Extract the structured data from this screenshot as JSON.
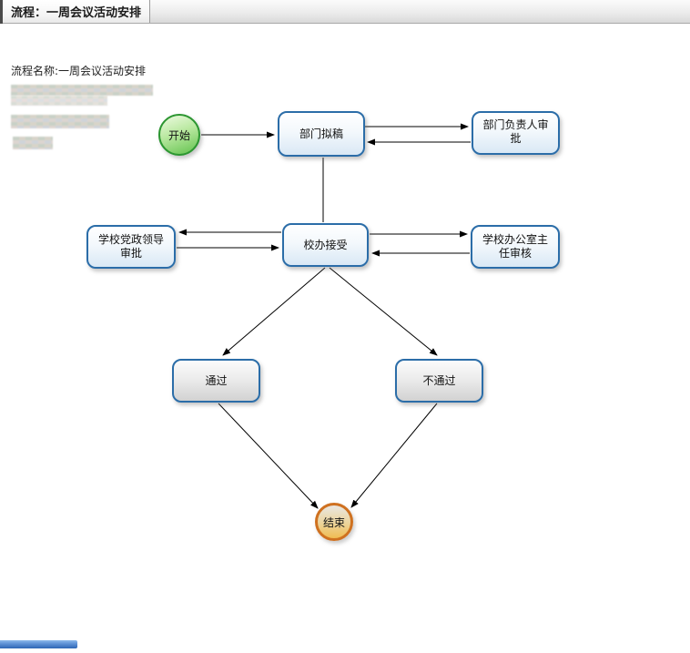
{
  "window": {
    "tab_label": "流程：一周会议活动安排"
  },
  "flow": {
    "name_label": "流程名称:一周会议活动安排",
    "nodes": {
      "start": "开始",
      "draft": "部门拟稿",
      "dept_head_approval": "部门负责人审批",
      "party_leader_approval": "学校党政领导审批",
      "office_accept": "校办接受",
      "office_director_review": "学校办公室主任审核",
      "pass": "通过",
      "fail": "不通过",
      "end": "结束"
    }
  },
  "colors": {
    "box_border": "#2b6da8",
    "box_fill_bottom": "#d9e8f5",
    "gray_fill_bottom": "#d2d2d2",
    "start_border": "#2c9631",
    "start_fill": "#62c24e",
    "end_border": "#cf7120",
    "end_fill": "#f0bc52",
    "connector": "#000000",
    "bottom_bar_blue": "#2e66b4"
  }
}
